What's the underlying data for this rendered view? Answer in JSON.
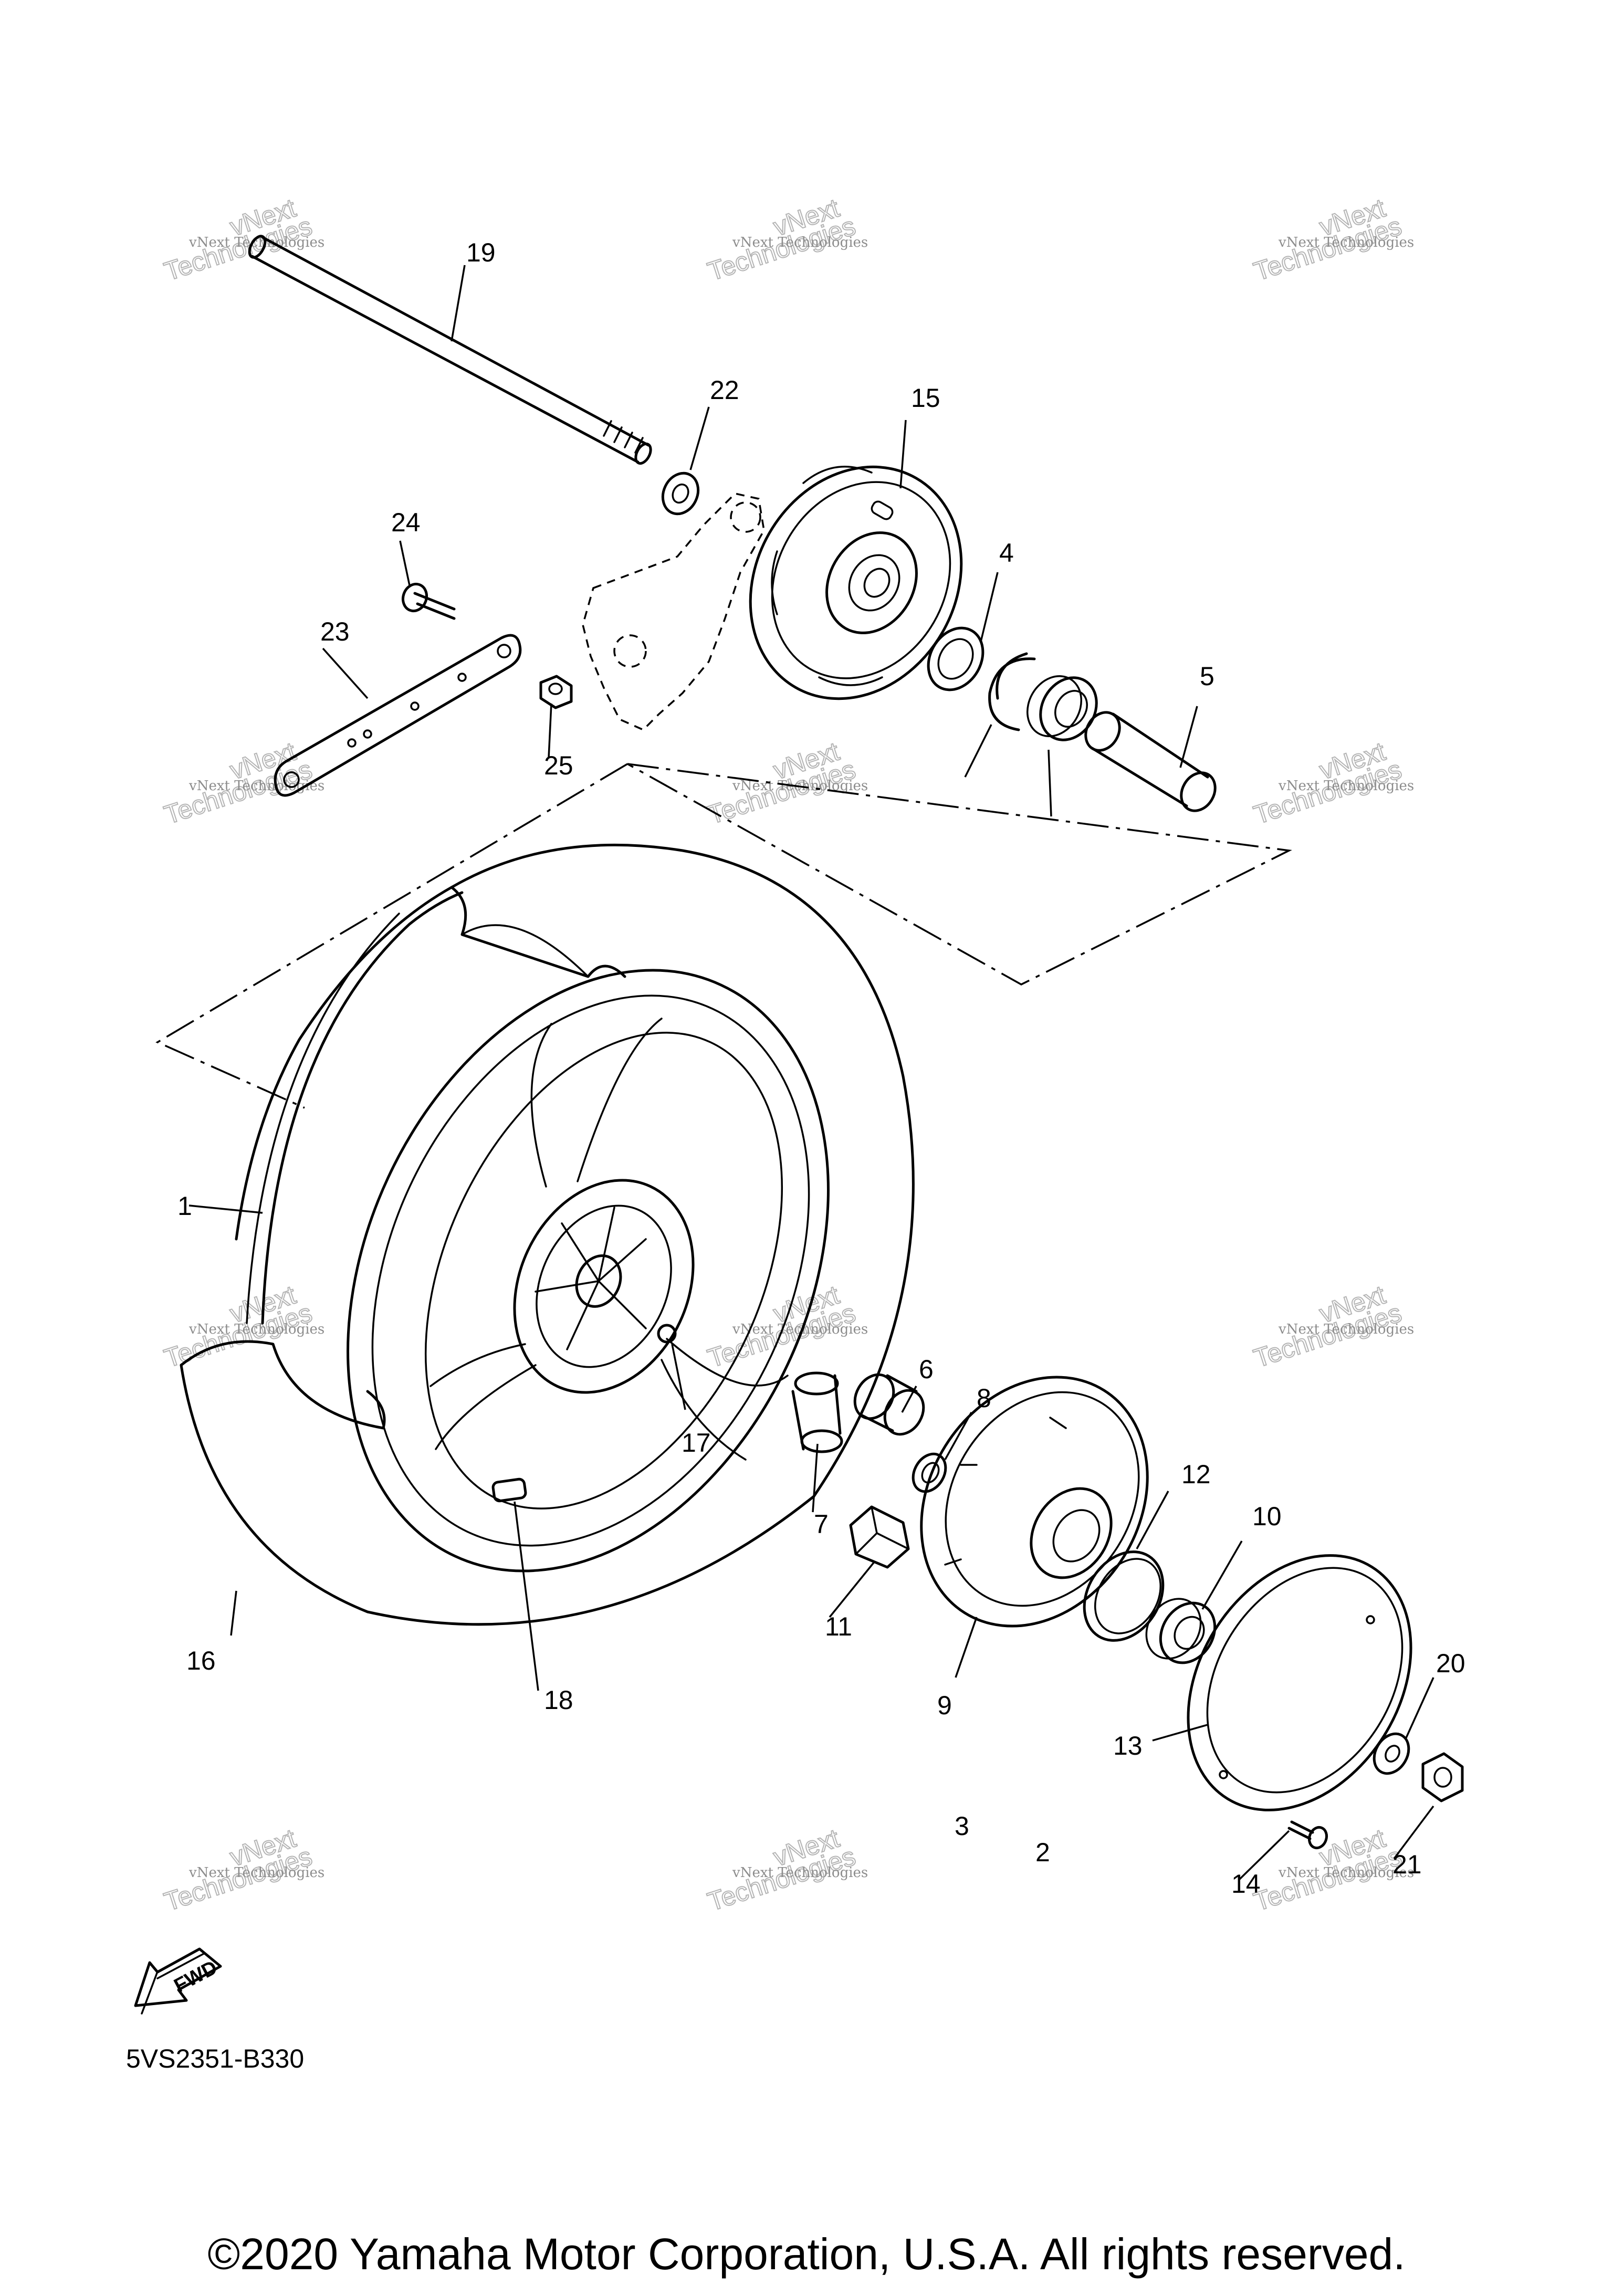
{
  "diagram": {
    "part_labels": [
      "1",
      "2",
      "3",
      "4",
      "5",
      "6",
      "7",
      "8",
      "9",
      "10",
      "11",
      "12",
      "13",
      "14",
      "15",
      "16",
      "17",
      "18",
      "19",
      "20",
      "21",
      "22",
      "23",
      "24",
      "25"
    ],
    "drawing_code": "5VS2351-B330",
    "fwd_marker": "FWD",
    "watermark": {
      "line1": "vNext",
      "line2": "Technologies",
      "full": "vNext Technologies"
    }
  },
  "footer": {
    "copyright": "©2020 Yamaha Motor Corporation, U.S.A. All rights reserved."
  }
}
